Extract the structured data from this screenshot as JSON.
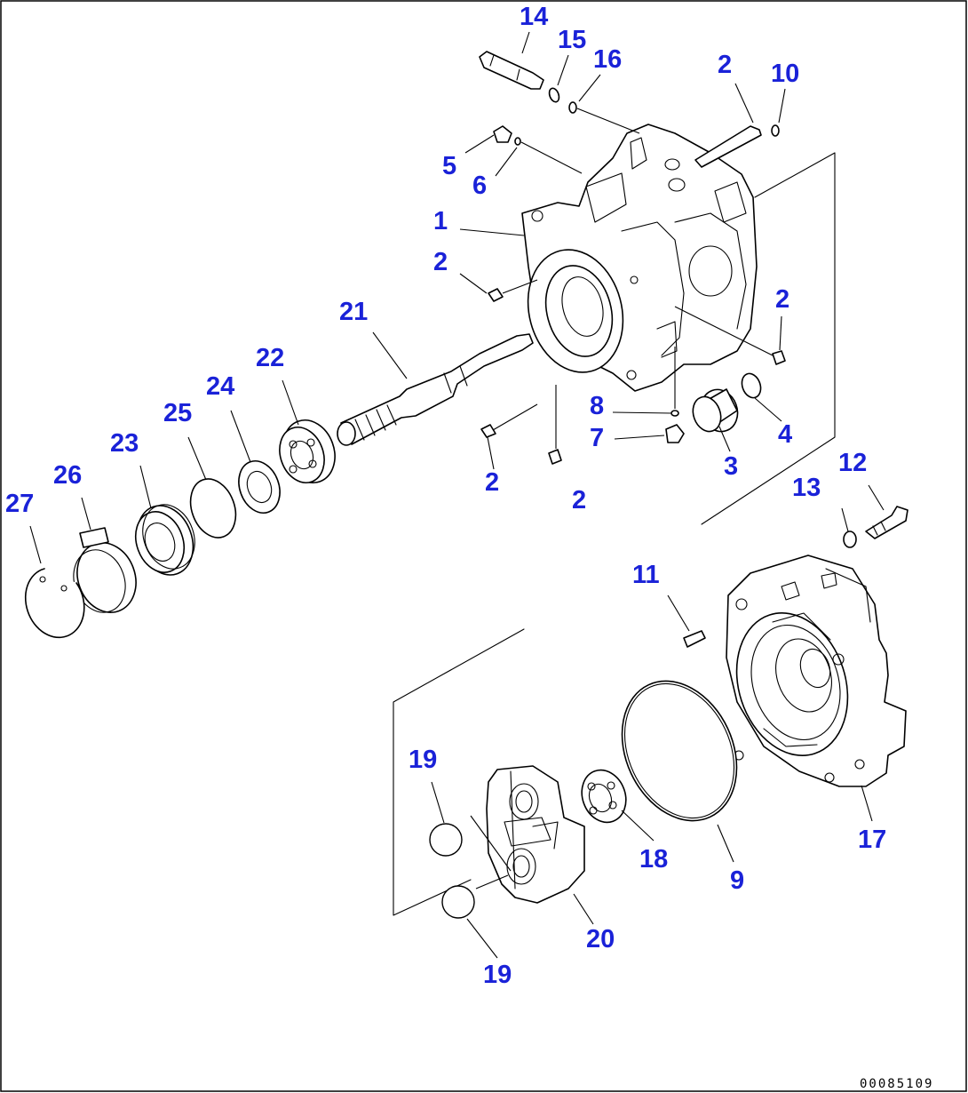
{
  "callouts": {
    "c1": "1",
    "c2a": "2",
    "c2b": "2",
    "c2c": "2",
    "c2d": "2",
    "c2e": "2",
    "c3": "3",
    "c4": "4",
    "c5": "5",
    "c6": "6",
    "c7": "7",
    "c8": "8",
    "c9": "9",
    "c10": "10",
    "c11": "11",
    "c12": "12",
    "c13": "13",
    "c14": "14",
    "c15": "15",
    "c16": "16",
    "c17": "17",
    "c18": "18",
    "c19a": "19",
    "c19b": "19",
    "c20": "20",
    "c21": "21",
    "c22": "22",
    "c23": "23",
    "c24": "24",
    "c25": "25",
    "c26": "26",
    "c27": "27"
  },
  "drawing_number": "00085109",
  "colors": {
    "callout": "#1a22d8",
    "line": "#000000",
    "background": "#ffffff"
  }
}
